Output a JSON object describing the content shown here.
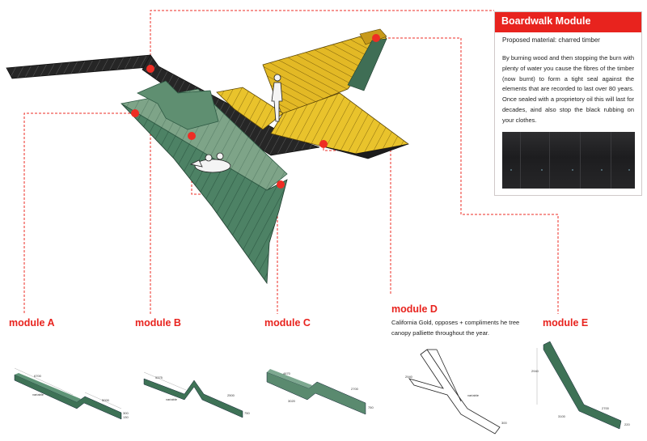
{
  "info_box": {
    "title": "Boardwalk Module",
    "subtitle": "Proposed material: charred timber",
    "body": "By burning wood and then stopping the burn with plenty of water you cause the fibres of the timber (now burnt) to form a tight seal against the elements that are recorded to last over 80 years. Once sealed with a proprietory oil this will last for decades, aind also stop the black rubbing on your clothes."
  },
  "modules": [
    {
      "label": "module A",
      "dims": [
        "6700",
        "variable",
        "5000",
        "300",
        "130"
      ]
    },
    {
      "label": "module B",
      "dims": [
        "5375",
        "2500",
        "variable",
        "750"
      ]
    },
    {
      "label": "module C",
      "dims": [
        "4670",
        "2700",
        "3020",
        "750"
      ]
    },
    {
      "label": "module D",
      "description": "California Gold, opposes + compliments he tree canopy palliette throughout the year.",
      "dims": [
        "2940",
        "variable",
        "300"
      ]
    },
    {
      "label": "module E",
      "dims": [
        "2940",
        "3100",
        "2700",
        "220"
      ]
    }
  ],
  "colors": {
    "accent_red": "#e8231e",
    "green_timber": "#4a8063",
    "yellow_timber": "#e8c02a",
    "black_timber": "#1f1f1f",
    "marker": "#ee2d24"
  }
}
